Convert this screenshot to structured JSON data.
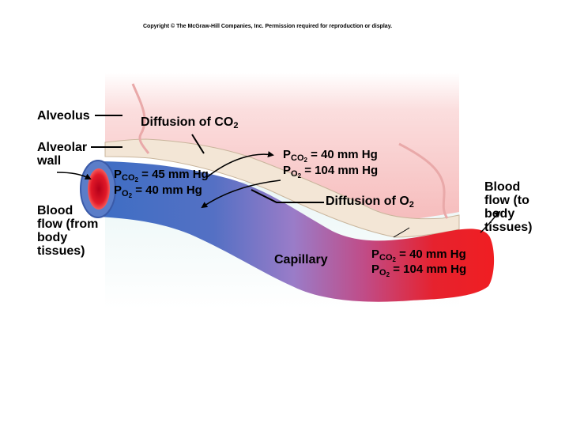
{
  "copyright": "Copyright © The McGraw-Hill Companies, Inc. Permission required for reproduction or display.",
  "labels": {
    "alveolus": "Alveolus",
    "alveolar_wall_1": "Alveolar",
    "alveolar_wall_2": "wall",
    "diffusion_co2_prefix": "Diffusion of CO",
    "diffusion_co2_sub": "2",
    "diffusion_o2_prefix": "Diffusion of O",
    "diffusion_o2_sub": "2",
    "capillary": "Capillary",
    "blood_in_1": "Blood",
    "blood_in_2": "flow (from",
    "blood_in_3": "body",
    "blood_in_4": "tissues)",
    "blood_out_1": "Blood",
    "blood_out_2": "flow (to",
    "blood_out_3": "body",
    "blood_out_4": "tissues)"
  },
  "venous": {
    "pco2_value": "= 45 mm Hg",
    "po2_value": "= 40 mm Hg"
  },
  "alveolar_air": {
    "pco2_value": "= 40 mm Hg",
    "po2_value": "= 104 mm Hg"
  },
  "arterial": {
    "pco2_value": "= 40 mm Hg",
    "po2_value": "= 104 mm Hg"
  },
  "symbols": {
    "P": "P",
    "CO": "CO",
    "O": "O",
    "two": "2"
  },
  "colors": {
    "alveolus_air": "#f8c8c8",
    "alveolar_wall": "#f3e6d6",
    "deoxygenated_blood": "#3f6fc0",
    "mixed_blood": "#a07cc8",
    "oxygenated_blood": "#ee1c24",
    "tissue_background": "#e6f4f4"
  }
}
